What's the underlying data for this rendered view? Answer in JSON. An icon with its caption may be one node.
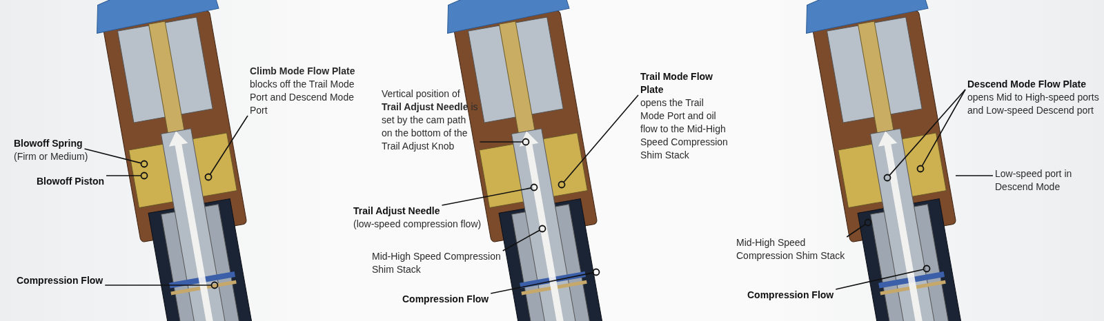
{
  "diagram": {
    "nodes": [
      {
        "text": [
          "**Climb Mode Flow Plate** blocks off the Trail Mode Port and Descend Mode Port"
        ]
      },
      {
        "text": [],
        "shape": "circle"
      },
      {
        "text": [
          "Blowoff Spring",
          "(Firm or Medium)"
        ]
      },
      {
        "text": [],
        "shape": "circle"
      },
      {
        "text": [
          "Blowoff Piston"
        ]
      },
      {
        "text": [],
        "shape": "circle"
      },
      {
        "text": [
          "Compression Flow"
        ]
      },
      {
        "text": [],
        "shape": "circle"
      },
      {
        "text": [
          "Vertical position of **Trail Adjust Needle** is set by the cam path on the bottom of the Trail Adjust Knob"
        ]
      },
      {
        "text": [],
        "shape": "circle"
      },
      {
        "text": [
          "Trail Mode Flow Plate",
          "opens the Trail Mode Port and oil flow to the Mid-High Speed Compression Shim Stack"
        ]
      },
      {
        "text": [],
        "shape": "circle"
      },
      {
        "text": [
          "Trail Adjust Needle",
          "(low-speed compression flow)"
        ]
      },
      {
        "text": [],
        "shape": "circle"
      },
      {
        "text": [
          "Mid-High Speed Compression Shim Stack"
        ]
      },
      {
        "text": [],
        "shape": "circle"
      },
      {
        "text": [
          "Compression Flow"
        ]
      },
      {
        "text": [],
        "shape": "circle"
      },
      {
        "text": [
          "Descend Mode Flow Plate",
          "opens Mid to High-speed ports and Low-speed Descend port"
        ]
      },
      {
        "text": [],
        "shape": "circle"
      },
      {
        "text": [],
        "shape": "circle"
      },
      {
        "text": [
          "Low-speed port in Descend Mode"
        ]
      },
      {
        "text": [
          "Mid-High Speed Compression Shim Stack"
        ]
      },
      {
        "text": [],
        "shape": "circle"
      },
      {
        "text": [
          "Compression Flow"
        ]
      },
      {
        "text": [],
        "shape": "circle"
      }
    ],
    "edges": [
      {
        "from": 0,
        "to": 1,
        "arrow": "none"
      },
      {
        "from": 2,
        "to": 3,
        "arrow": "none"
      },
      {
        "from": 4,
        "to": 5,
        "arrow": "none"
      },
      {
        "from": 6,
        "to": 7,
        "arrow": "none"
      },
      {
        "from": 8,
        "to": 9,
        "arrow": "none"
      },
      {
        "from": 10,
        "to": 11,
        "arrow": "none"
      },
      {
        "from": 12,
        "to": 13,
        "arrow": "none"
      },
      {
        "from": 14,
        "to": 15,
        "arrow": "none"
      },
      {
        "from": 16,
        "to": 17,
        "arrow": "none"
      },
      {
        "from": 18,
        "to": 19,
        "arrow": "none"
      },
      {
        "from": 18,
        "to": 20,
        "arrow": "none"
      },
      {
        "from": 21,
        "to": null,
        "arrow": "none"
      },
      {
        "from": 22,
        "to": 23,
        "arrow": "none"
      },
      {
        "from": 24,
        "to": 25,
        "arrow": "none"
      }
    ]
  }
}
